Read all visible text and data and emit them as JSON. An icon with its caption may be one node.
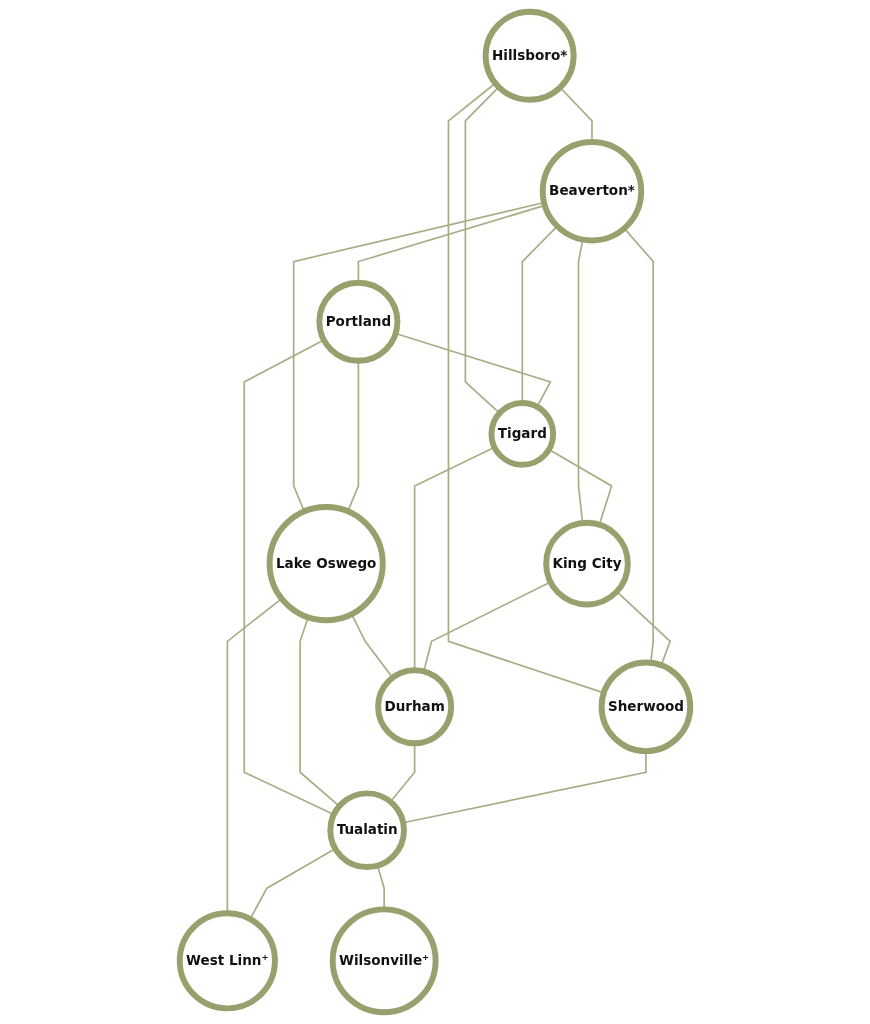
{
  "diagram": {
    "nodes": [
      {
        "text": [
          "Hillsboro*"
        ]
      },
      {
        "text": [
          "Beaverton*"
        ]
      },
      {
        "text": [
          "Portland"
        ]
      },
      {
        "text": [
          "Tigard"
        ]
      },
      {
        "text": [
          "Lake Oswego"
        ]
      },
      {
        "text": [
          "King City"
        ]
      },
      {
        "text": [
          "Durham"
        ]
      },
      {
        "text": [
          "Sherwood"
        ]
      },
      {
        "text": [
          "Tualatin"
        ]
      },
      {
        "text": [
          "West Linn⁺"
        ]
      },
      {
        "text": [
          "Wilsonville⁺"
        ]
      }
    ],
    "edges": [
      {
        "from": 0,
        "to": 1,
        "arrow": "none"
      },
      {
        "from": 0,
        "to": 3,
        "arrow": "none"
      },
      {
        "from": 0,
        "to": 7,
        "arrow": "none"
      },
      {
        "from": 1,
        "to": 2,
        "arrow": "none"
      },
      {
        "from": 1,
        "to": 3,
        "arrow": "none"
      },
      {
        "from": 1,
        "to": 4,
        "arrow": "none"
      },
      {
        "from": 1,
        "to": 7,
        "arrow": "none"
      },
      {
        "from": 1,
        "to": 5,
        "arrow": "none"
      },
      {
        "from": 2,
        "to": 3,
        "arrow": "none"
      },
      {
        "from": 2,
        "to": 8,
        "arrow": "none"
      },
      {
        "from": 2,
        "to": 4,
        "arrow": "none"
      },
      {
        "from": 4,
        "to": 6,
        "arrow": "none"
      },
      {
        "from": 4,
        "to": 8,
        "arrow": "none"
      },
      {
        "from": 4,
        "to": 9,
        "arrow": "none"
      },
      {
        "from": 3,
        "to": 5,
        "arrow": "none"
      },
      {
        "from": 3,
        "to": 6,
        "arrow": "none"
      },
      {
        "from": 5,
        "to": 6,
        "arrow": "none"
      },
      {
        "from": 5,
        "to": 7,
        "arrow": "none"
      },
      {
        "from": 6,
        "to": 8,
        "arrow": "none"
      },
      {
        "from": 7,
        "to": 8,
        "arrow": "none"
      },
      {
        "from": 8,
        "to": 9,
        "arrow": "none"
      },
      {
        "from": 8,
        "to": 10,
        "arrow": "none"
      }
    ]
  }
}
